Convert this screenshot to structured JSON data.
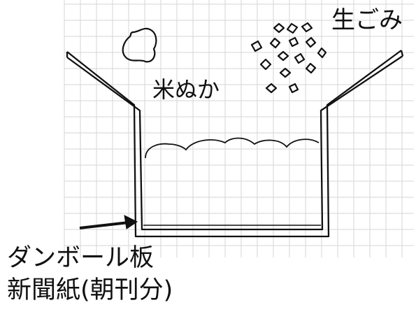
{
  "labels": {
    "garbage": "生ごみ",
    "rice_bran": "米ぬか",
    "cardboard_plate": "ダンボール板",
    "newspaper": "新聞紙(朝刊分)"
  },
  "colors": {
    "ink": "#111111",
    "grid": "#d6d6d6",
    "paper": "#ffffff"
  },
  "icons": {
    "rice_bran_lump": "lumpy-blob",
    "garbage_scraps": "diamond-scraps",
    "pointer": "arrow-right"
  }
}
